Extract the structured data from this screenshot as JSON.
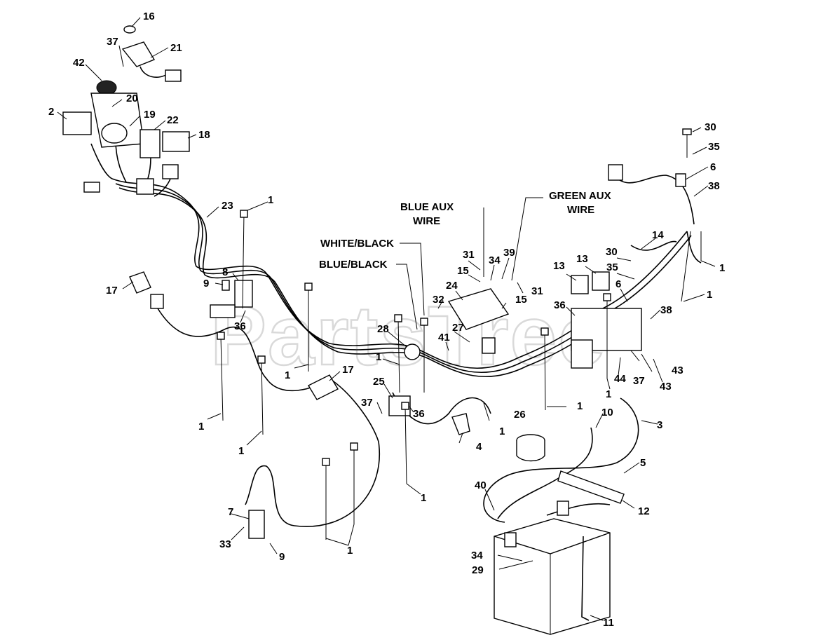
{
  "watermark": "PartsTree",
  "callouts": {
    "blue_aux_line1": "BLUE AUX",
    "blue_aux_line2": "WIRE",
    "green_aux_line1": "GREEN AUX",
    "green_aux_line2": "WIRE",
    "white_black": "WHITE/BLACK",
    "blue_black": "BLUE/BLACK"
  },
  "part_numbers": {
    "p1": "1",
    "p2": "2",
    "p3": "3",
    "p4": "4",
    "p5": "5",
    "p6": "6",
    "p7": "7",
    "p8": "8",
    "p9": "9",
    "p10": "10",
    "p11": "11",
    "p12": "12",
    "p13": "13",
    "p14": "14",
    "p15": "15",
    "p16": "16",
    "p17": "17",
    "p18": "18",
    "p19": "19",
    "p20": "20",
    "p21": "21",
    "p22": "22",
    "p23": "23",
    "p24": "24",
    "p25": "25",
    "p26": "26",
    "p27": "27",
    "p28": "28",
    "p29": "29",
    "p30": "30",
    "p31": "31",
    "p32": "32",
    "p33": "33",
    "p34": "34",
    "p35": "35",
    "p36": "36",
    "p37": "37",
    "p38": "38",
    "p39": "39",
    "p40": "40",
    "p41": "41",
    "p42": "42",
    "p43": "43",
    "p44": "44"
  }
}
